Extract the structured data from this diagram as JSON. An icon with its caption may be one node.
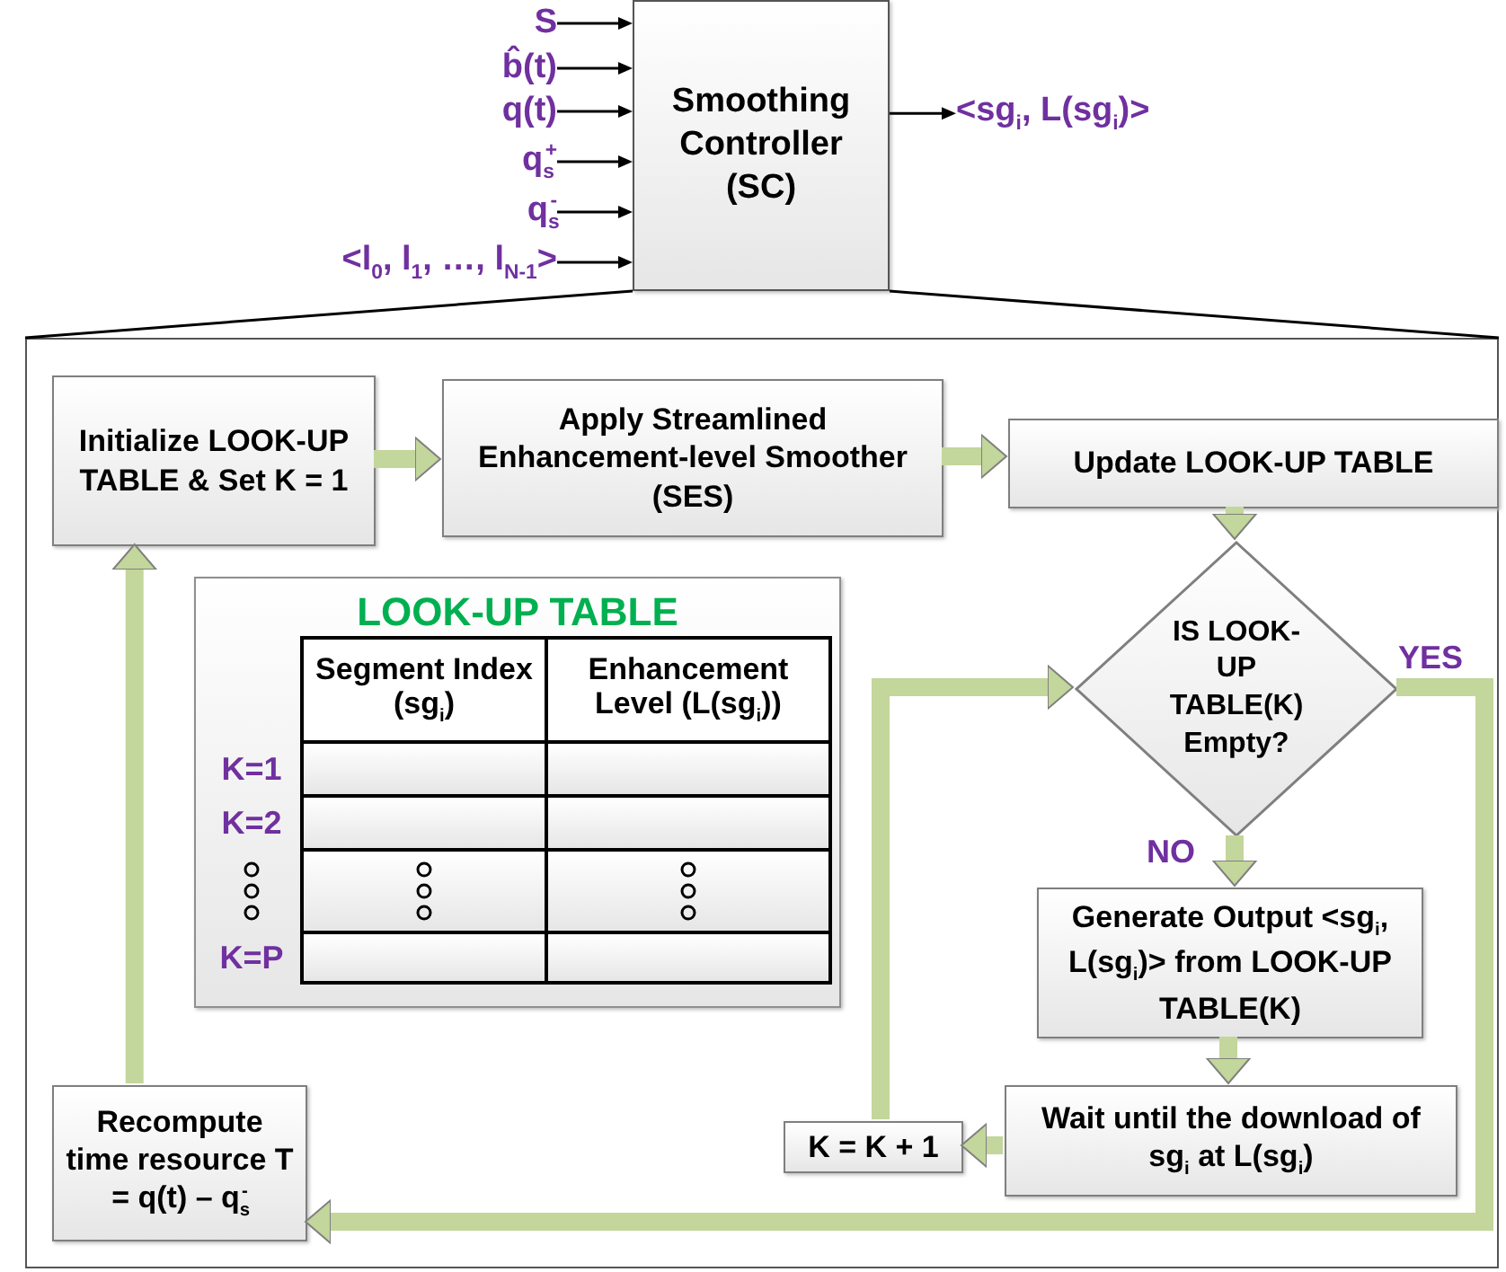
{
  "diagram": {
    "nodes": [
      {
        "text": [
          "S"
        ]
      },
      {
        "text": [
          "b̂(t)"
        ]
      },
      {
        "text": [
          "q(t)"
        ]
      },
      {
        "text": [
          "q$_{s}$$^{+}$"
        ]
      },
      {
        "text": [
          "q$_{s}$$^{-}$"
        ]
      },
      {
        "text": [
          "<l$_{0}$, l$_{1}$, …, l$_{N-1}$>"
        ]
      },
      {
        "text": [
          "Smoothing Controller (SC)"
        ]
      },
      {
        "text": [
          "<sg$_{i}$, L(sg$_{i}$)>"
        ]
      },
      {
        "text": [],
        "shape": "box"
      },
      {
        "text": [
          "Initialize LOOK-UP TABLE & Set K = 1"
        ],
        "in": 8
      },
      {
        "text": [
          "Apply Streamlined Enhancement-level Smoother (SES)"
        ],
        "in": 8
      },
      {
        "text": [
          "Update LOOK-UP TABLE"
        ],
        "in": 8
      },
      {
        "text": [
          "LOOK-UP TABLE"
        ],
        "in": 8
      },
      {
        "text": [
          "IS LOOK-UP TABLE(K) Empty?"
        ],
        "in": 8
      },
      {
        "text": [
          "Generate Output <sg$_{i}$, L(sg$_{i}$)> from LOOK-UP TABLE(K)"
        ],
        "in": 8
      },
      {
        "text": [
          "Wait until the download of sg$_{i}$ at L(sg$_{i}$)"
        ],
        "in": 8
      },
      {
        "text": [
          "K = K + 1"
        ],
        "in": 8
      },
      {
        "text": [
          "Recompute time resource T = q(t) – q$_{s}$$^{-}$"
        ],
        "in": 8
      }
    ],
    "edges": [
      {
        "from": 0,
        "to": 6,
        "arrow": "to"
      },
      {
        "from": 1,
        "to": 6,
        "arrow": "to"
      },
      {
        "from": 2,
        "to": 6,
        "arrow": "to"
      },
      {
        "from": 3,
        "to": 6,
        "arrow": "to"
      },
      {
        "from": 4,
        "to": 6,
        "arrow": "to"
      },
      {
        "from": 5,
        "to": 6,
        "arrow": "to"
      },
      {
        "from": 6,
        "to": 7,
        "arrow": "to"
      },
      {
        "from": 6,
        "to": 8,
        "arrow": "none"
      },
      {
        "from": 6,
        "to": 8,
        "arrow": "none"
      },
      {
        "from": 9,
        "to": 10,
        "arrow": "to",
        "style": "thick",
        "color": "#c3d69b"
      },
      {
        "from": 10,
        "to": 11,
        "arrow": "to",
        "style": "thick",
        "color": "#c3d69b"
      },
      {
        "from": 11,
        "to": 13,
        "arrow": "to",
        "style": "thick",
        "color": "#c3d69b"
      },
      {
        "from": 13,
        "to": 14,
        "arrow": "to",
        "label": "NO",
        "style": "thick",
        "color": "#c3d69b"
      },
      {
        "from": 14,
        "to": 15,
        "arrow": "to",
        "style": "thick",
        "color": "#c3d69b"
      },
      {
        "from": 15,
        "to": 16,
        "arrow": "to",
        "style": "thick",
        "color": "#c3d69b"
      },
      {
        "from": 16,
        "to": 13,
        "arrow": "to",
        "style": "thick",
        "color": "#c3d69b"
      },
      {
        "from": 13,
        "to": 17,
        "arrow": "to",
        "label": "YES",
        "style": "thick",
        "color": "#c3d69b"
      },
      {
        "from": 17,
        "to": 9,
        "arrow": "to",
        "style": "thick",
        "color": "#c3d69b"
      }
    ],
    "labels": [
      "Segment Index (sg$_{i}$)",
      "Enhancement Level (L(sg$_{i}$))",
      "K=1",
      "K=2",
      "K=P"
    ]
  }
}
